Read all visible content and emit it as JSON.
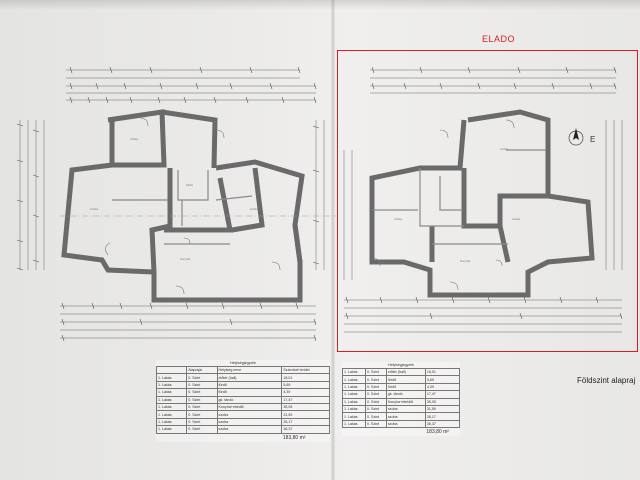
{
  "elado_label": "ELADO",
  "floor_plan_title": "Földszint alapraj",
  "colors": {
    "highlight": "#d42020",
    "walls": "#6b6b6b",
    "paper": "#ececea"
  },
  "schedule": {
    "caption": "Helyiségjegyzék",
    "header": [
      "",
      "Alaprajzi",
      "Helyiség neve",
      "Számított terület"
    ],
    "left_rows": [
      [
        "1. Lakás",
        "0. Szint",
        "előtér (hall)",
        "18,01"
      ],
      [
        "1. Lakás",
        "0. Szint",
        "fürdő",
        "5,69"
      ],
      [
        "1. Lakás",
        "0. Szint",
        "fürdő",
        "4,39"
      ],
      [
        "1. Lakás",
        "0. Szint",
        "gk. tároló",
        "17,47"
      ],
      [
        "1. Lakás",
        "0. Szint",
        "Konyha+ebédlő",
        "35,05"
      ],
      [
        "1. Lakás",
        "0. Szint",
        "szoba",
        "31,59"
      ],
      [
        "1. Lakás",
        "0. Szint",
        "szoba",
        "35,17"
      ],
      [
        "1. Lakás",
        "0. Szint",
        "szoba",
        "36,37"
      ]
    ],
    "left_total": "183,80 m²",
    "right_rows": [
      [
        "1. Lakás",
        "0. Szint",
        "előtér (hall)",
        "18,01"
      ],
      [
        "1. Lakás",
        "0. Szint",
        "fürdő",
        "5,69"
      ],
      [
        "1. Lakás",
        "0. Szint",
        "fürdő",
        "4,39"
      ],
      [
        "1. Lakás",
        "0. Szint",
        "gk. tároló",
        "17,47"
      ],
      [
        "1. Lakás",
        "0. Szint",
        "Konyha+ebédlő",
        "35,05"
      ],
      [
        "1. Lakás",
        "0. Szint",
        "szoba",
        "31,59"
      ],
      [
        "1. Lakás",
        "0. Szint",
        "szoba",
        "35,17"
      ],
      [
        "1. Lakás",
        "0. Szint",
        "szoba",
        "36,37"
      ]
    ],
    "right_total": "183,80 m²"
  }
}
